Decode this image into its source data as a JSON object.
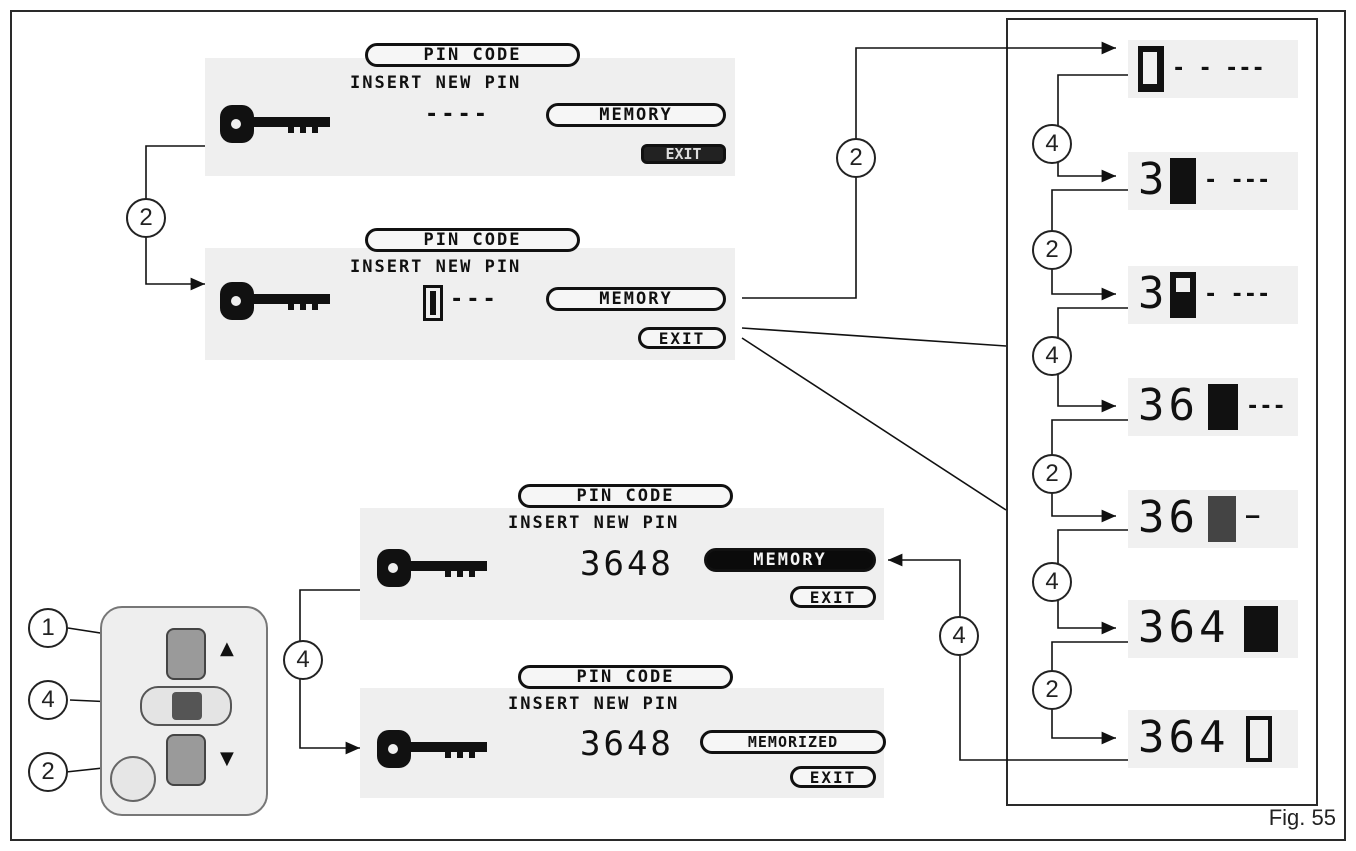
{
  "screens": {
    "s1": {
      "header": "PIN CODE",
      "subtitle": "INSERT NEW PIN",
      "pin": "----",
      "memory": "MEMORY",
      "exit": "EXIT"
    },
    "s2": {
      "header": "PIN CODE",
      "subtitle": "INSERT NEW PIN",
      "pin": "---",
      "memory": "MEMORY",
      "exit": "EXIT"
    },
    "s3": {
      "header": "PIN CODE",
      "subtitle": "INSERT NEW PIN",
      "pin": "3648",
      "memory": "MEMORY",
      "exit": "EXIT"
    },
    "s4": {
      "header": "PIN CODE",
      "subtitle": "INSERT NEW PIN",
      "pin": "3648",
      "memory": "MEMORIZED",
      "exit": "EXIT"
    }
  },
  "sequence": [
    {
      "digits": "",
      "tail": "- - ---"
    },
    {
      "digits": "3",
      "tail": "- ---"
    },
    {
      "digits": "3",
      "tail": "- ---"
    },
    {
      "digits": "36",
      "tail": "---"
    },
    {
      "digits": "36",
      "tail": "—"
    },
    {
      "digits": "364",
      "tail": ""
    },
    {
      "digits": "364",
      "tail": ""
    }
  ],
  "callouts": {
    "left_top": "2",
    "right_top": "2",
    "seq": [
      "4",
      "2",
      "4",
      "2",
      "4",
      "2"
    ],
    "bottom_left": "4",
    "bottom_right": "4",
    "switch": [
      "1",
      "4",
      "2"
    ]
  },
  "figure_label": "Fig. 55",
  "colors": {
    "lcd_bg": "#efefef",
    "ink": "#111111"
  }
}
